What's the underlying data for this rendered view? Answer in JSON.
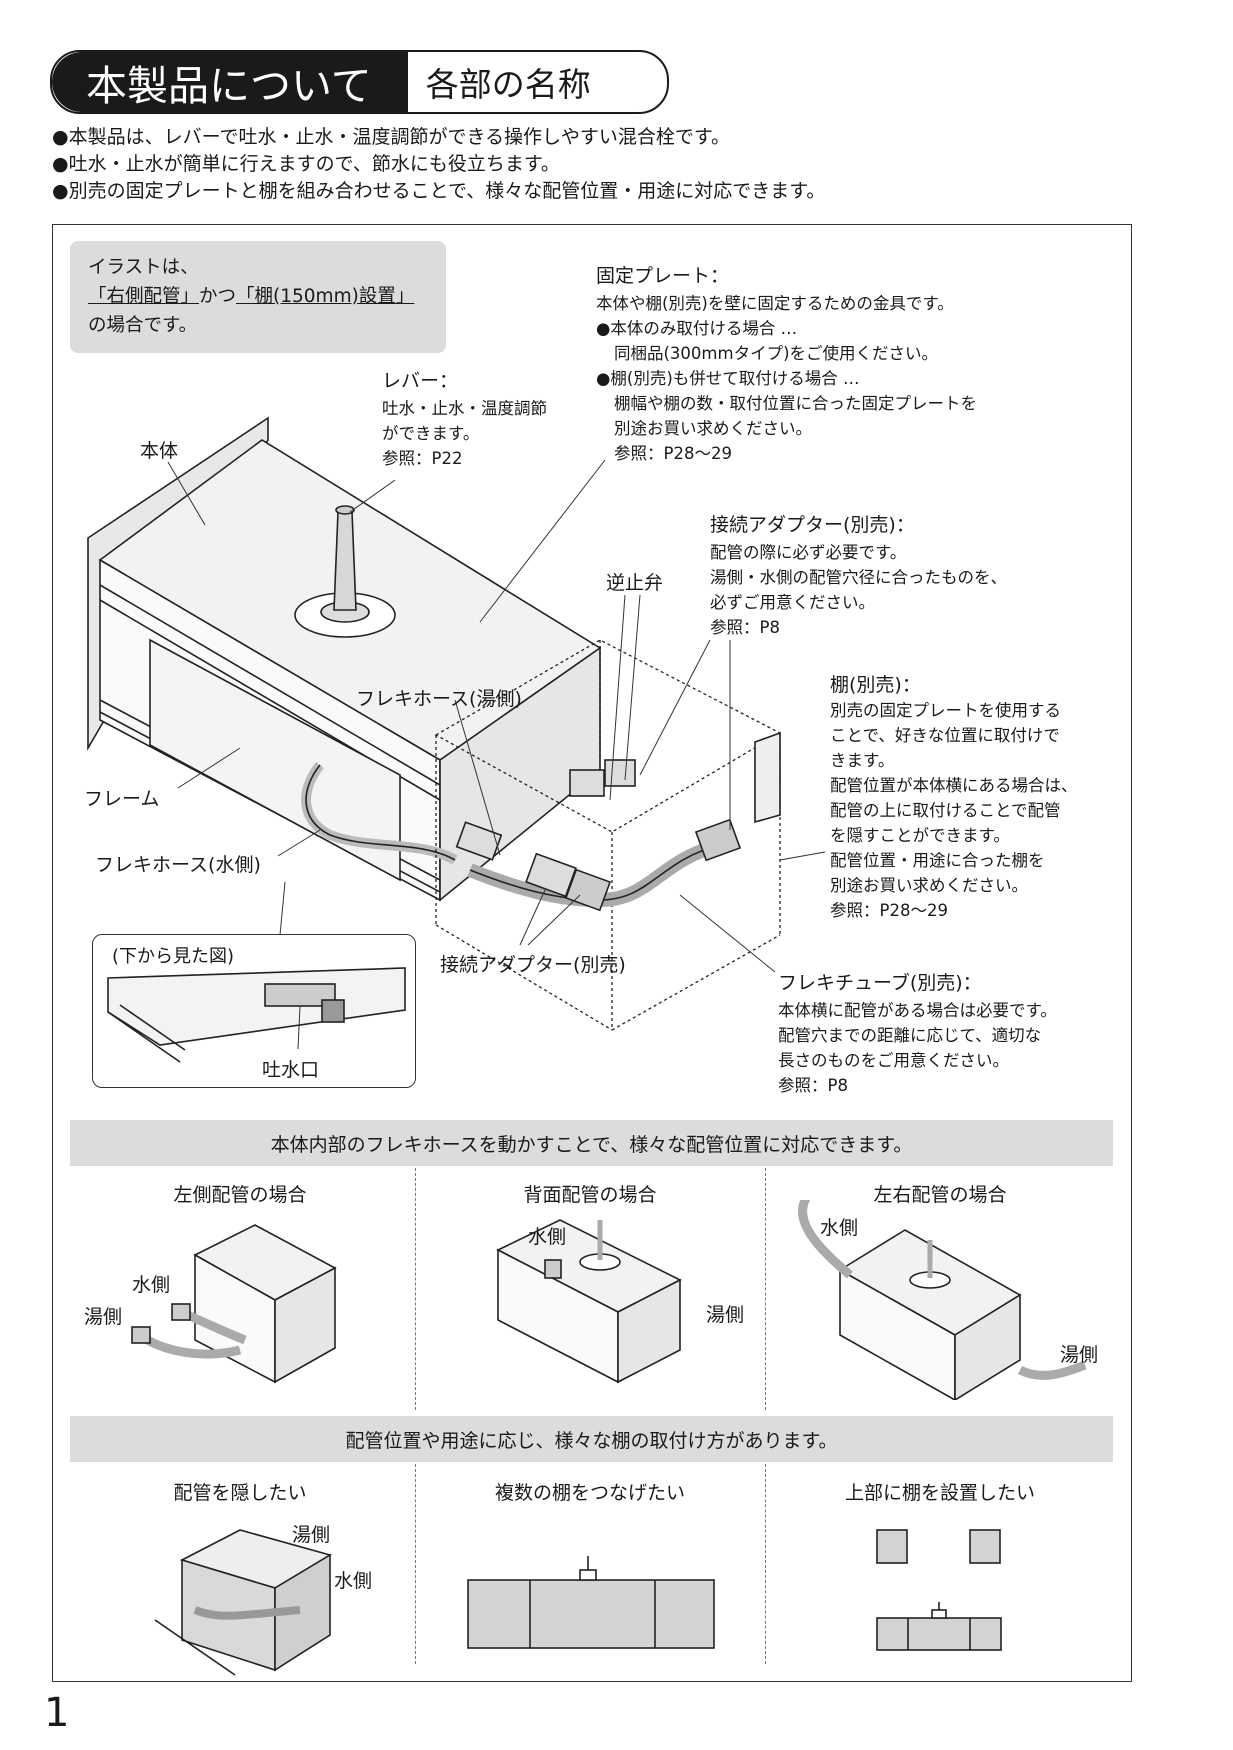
{
  "header": {
    "title": "本製品について",
    "subtitle": "各部の名称"
  },
  "bullets": [
    "●本製品は、レバーで吐水・止水・温度調節ができる操作しやすい混合栓です。",
    "●吐水・止水が簡単に行えますので、節水にも役立ちます。",
    "●別売の固定プレートと棚を組み合わせることで、様々な配管位置・用途に対応できます。"
  ],
  "note": {
    "line1": "イラストは、",
    "line2_a": "「右側配管」",
    "line2_b": "かつ",
    "line2_c": "「棚(150mm)設置」",
    "line3": "の場合です。"
  },
  "labels": {
    "honntai": "本体",
    "lever_title": "レバー：",
    "lever_text": [
      "吐水・止水・温度調節",
      "ができます。",
      "参照：P22"
    ],
    "plate_title": "固定プレート：",
    "plate_text": [
      "本体や棚(別売)を壁に固定するための金具です。",
      "●本体のみ取付ける場合 …",
      "同梱品(300mmタイプ)をご使用ください。",
      "●棚(別売)も併せて取付ける場合 …",
      "棚幅や棚の数・取付位置に合った固定プレートを",
      "別途お買い求めください。",
      "参照：P28〜29"
    ],
    "adapter_title": "接続アダプター(別売)：",
    "adapter_text": [
      "配管の際に必ず必要です。",
      "湯側・水側の配管穴径に合ったものを、",
      "必ずご用意ください。",
      "参照：P8"
    ],
    "check_valve": "逆止弁",
    "hose_hot": "フレキホース(湯側)",
    "frame": "フレーム",
    "hose_cold": "フレキホース(水側)",
    "shelf_title": "棚(別売)：",
    "shelf_text": [
      "別売の固定プレートを使用する",
      "ことで、好きな位置に取付けで",
      "きます。",
      "配管位置が本体横にある場合は、",
      "配管の上に取付けることで配管",
      "を隠すことができます。",
      "配管位置・用途に合った棚を",
      "別途お買い求めください。",
      "参照：P28〜29"
    ],
    "adapter_bottom": "接続アダプター(別売)",
    "tube_title": "フレキチューブ(別売)：",
    "tube_text": [
      "本体横に配管がある場合は必要です。",
      "配管穴までの距離に応じて、適切な",
      "長さのものをご用意ください。",
      "参照：P8"
    ],
    "under_title": "(下から見た図)",
    "spout": "吐水口"
  },
  "section1": {
    "bar": "本体内部のフレキホースを動かすことで、様々な配管位置に対応できます。",
    "cols": [
      {
        "title": "左側配管の場合",
        "cold": "水側",
        "hot": "湯側"
      },
      {
        "title": "背面配管の場合",
        "cold": "水側",
        "hot": "湯側"
      },
      {
        "title": "左右配管の場合",
        "cold": "水側",
        "hot": "湯側"
      }
    ]
  },
  "section2": {
    "bar": "配管位置や用途に応じ、様々な棚の取付け方があります。",
    "cols": [
      {
        "title": "配管を隠したい",
        "hot": "湯側",
        "cold": "水側"
      },
      {
        "title": "複数の棚をつなげたい"
      },
      {
        "title": "上部に棚を設置したい"
      }
    ]
  },
  "page_number": "1"
}
